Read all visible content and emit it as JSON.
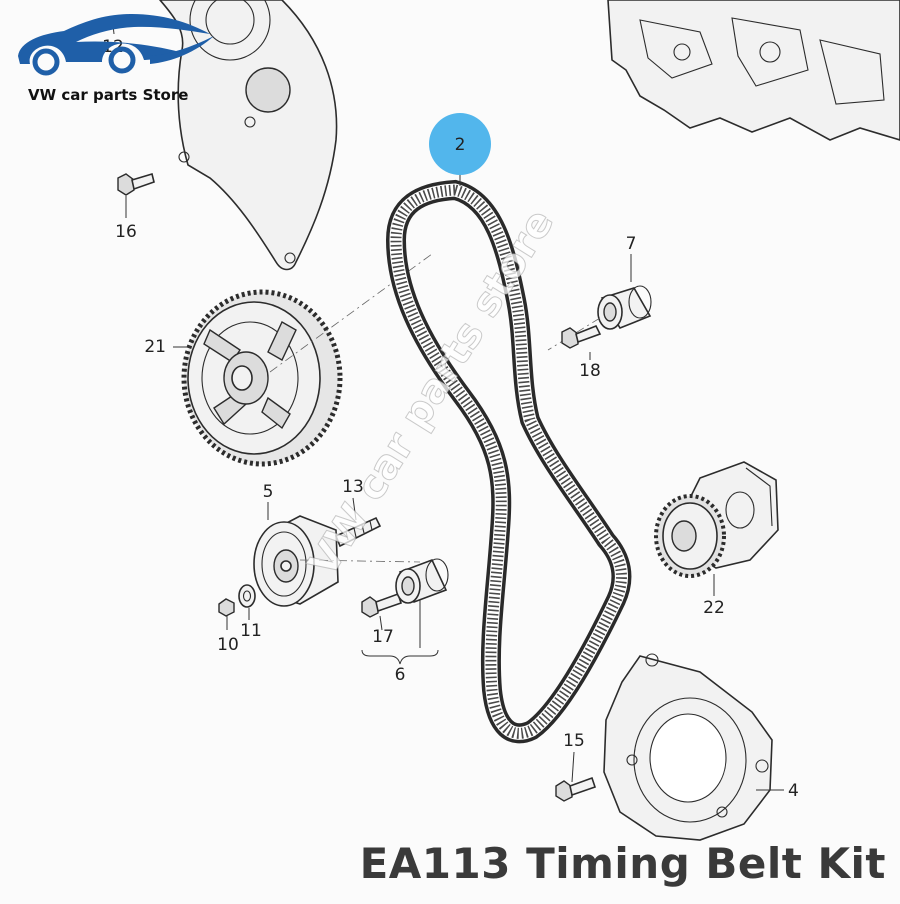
{
  "store": {
    "name": "VW car parts Store"
  },
  "watermark": {
    "text": "VW car parts store"
  },
  "title": "EA113 Timing Belt Kit",
  "highlight_color": "#52b6ec",
  "brand_color": "#1f5fa8",
  "callouts": {
    "c2": "2",
    "c4": "4",
    "c5": "5",
    "c6": "6",
    "c7": "7",
    "c10": "10",
    "c11": "11",
    "c12": "12",
    "c13": "13",
    "c15": "15",
    "c16": "16",
    "c17": "17",
    "c18": "18",
    "c21": "21",
    "c22": "22"
  }
}
